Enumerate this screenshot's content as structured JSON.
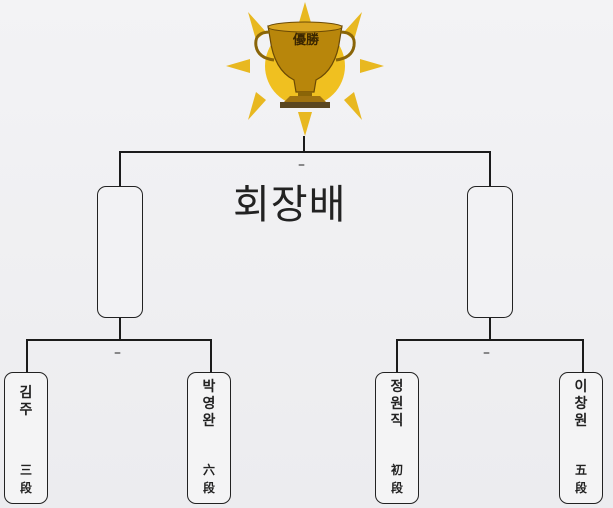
{
  "trophy": {
    "label": "優勝",
    "icon": "trophy-icon",
    "cup_color": "#b8860b",
    "sun_color": "#f0c020",
    "ray_color": "#e8b820"
  },
  "title": "회장배",
  "separator": "–",
  "players": [
    {
      "name": "김\n주",
      "rank": "三\n段"
    },
    {
      "name": "박\n영\n완",
      "rank": "六\n段"
    },
    {
      "name": "정\n원\n직",
      "rank": "初\n段"
    },
    {
      "name": "이\n창\n원",
      "rank": "五\n段"
    }
  ]
}
